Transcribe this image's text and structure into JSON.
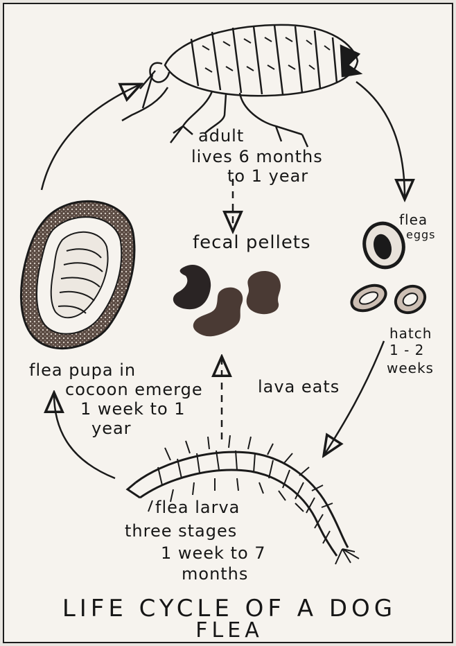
{
  "adult": {
    "label": "adult",
    "line2": "lives 6 months",
    "line3": "to 1 year"
  },
  "fecal": {
    "label": "fecal pellets"
  },
  "eggs": {
    "line1": "flea",
    "line2": "eggs"
  },
  "hatch": {
    "line1": "hatch",
    "line2": "1 - 2",
    "line3": "weeks"
  },
  "pupa": {
    "line1": "flea pupa in",
    "line2": "cocoon emerge",
    "line3": "1 week to 1",
    "line4": "year"
  },
  "larva_eats": {
    "label": "lava eats"
  },
  "larva": {
    "line1": "flea larva",
    "line2": "three stages",
    "line3": "1 week to 7",
    "line4": "months"
  },
  "title": {
    "line1": "LIFE CYCLE OF A DOG",
    "line2": "FLEA"
  }
}
